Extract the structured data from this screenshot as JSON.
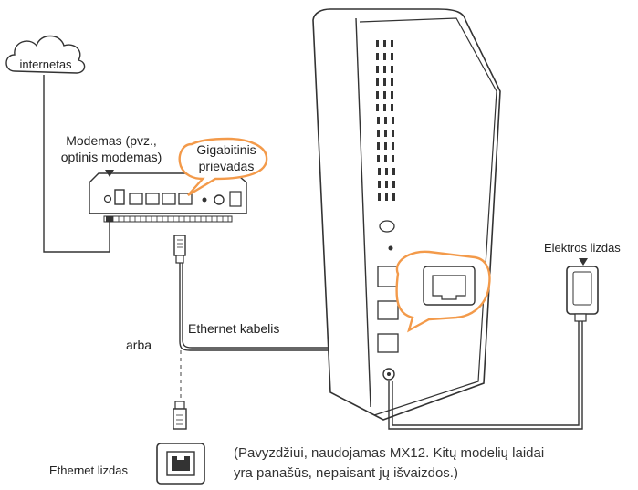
{
  "labels": {
    "internet": "internetas",
    "modem_line1": "Modemas (pvz.,",
    "modem_line2": "optinis modemas)",
    "gigabit_line1": "Gigabitinis",
    "gigabit_line2": "prievadas",
    "ethernet_cable": "Ethernet kabelis",
    "or": "arba",
    "ethernet_jack": "Ethernet lizdas",
    "power_outlet": "Elektros lizdas",
    "caption_line1": "(Pavyzdžiui, naudojamas MX12. Kitų modelių laidai",
    "caption_line2": "yra panašūs, nepaisant jų išvaizdos.)"
  },
  "colors": {
    "line": "#333333",
    "callout": "#f39a4a",
    "device": "#ffffff"
  }
}
